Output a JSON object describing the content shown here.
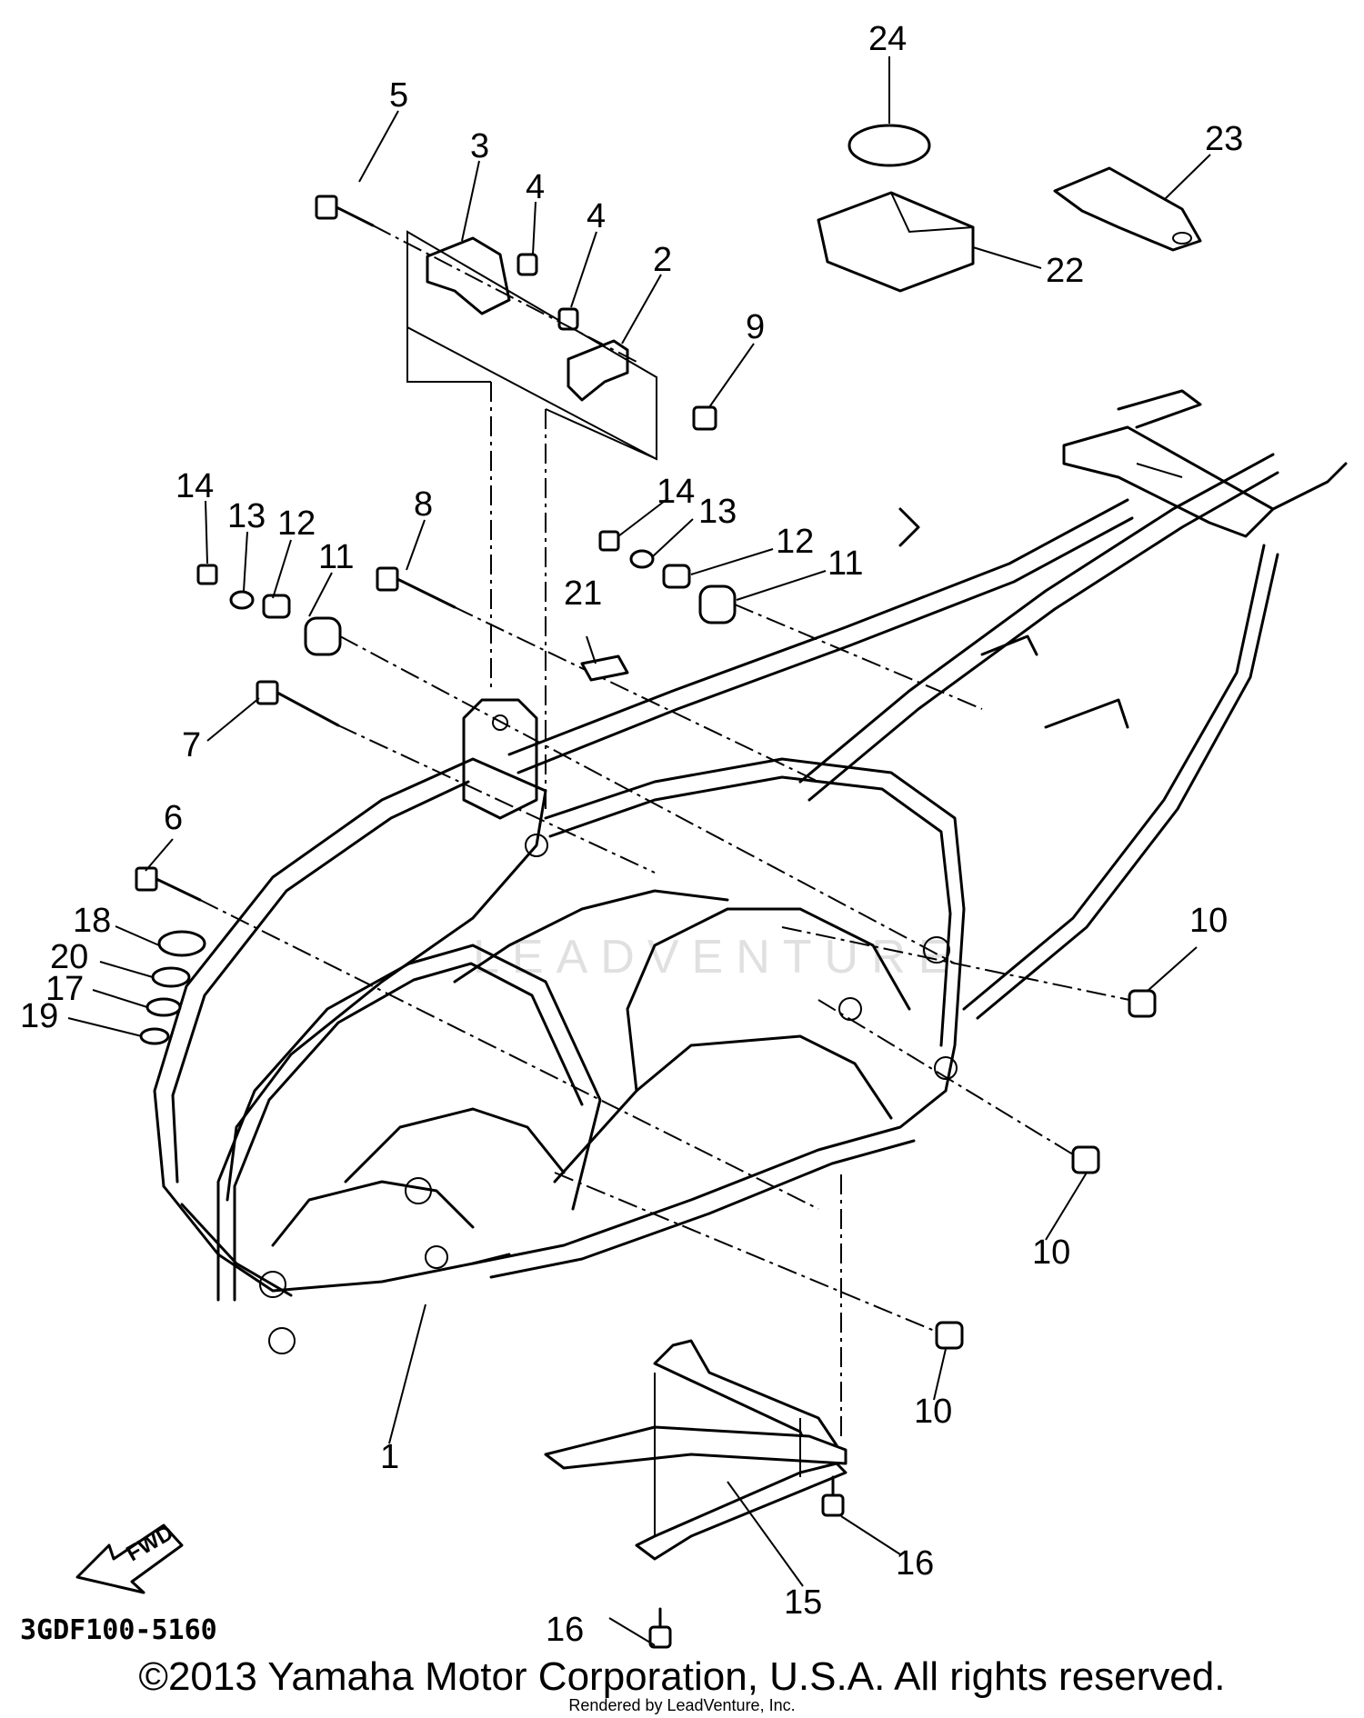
{
  "diagram": {
    "drawing_code": "3GDF100-5160",
    "direction_label": "FWD",
    "watermark": "LEADVENTURE",
    "callouts": {
      "c1": "1",
      "c2": "2",
      "c3": "3",
      "c4a": "4",
      "c4b": "4",
      "c5": "5",
      "c6": "6",
      "c7": "7",
      "c8": "8",
      "c9": "9",
      "c10a": "10",
      "c10b": "10",
      "c10c": "10",
      "c11a": "11",
      "c11b": "11",
      "c12a": "12",
      "c12b": "12",
      "c13a": "13",
      "c13b": "13",
      "c14a": "14",
      "c14b": "14",
      "c15": "15",
      "c16a": "16",
      "c16b": "16",
      "c17": "17",
      "c18": "18",
      "c19": "19",
      "c20": "20",
      "c21": "21",
      "c22": "22",
      "c23": "23",
      "c24": "24"
    }
  },
  "footer": {
    "copyright": "©2013 Yamaha Motor Corporation, U.S.A. All rights reserved.",
    "rendered_by": "Rendered by LeadVenture, Inc."
  }
}
